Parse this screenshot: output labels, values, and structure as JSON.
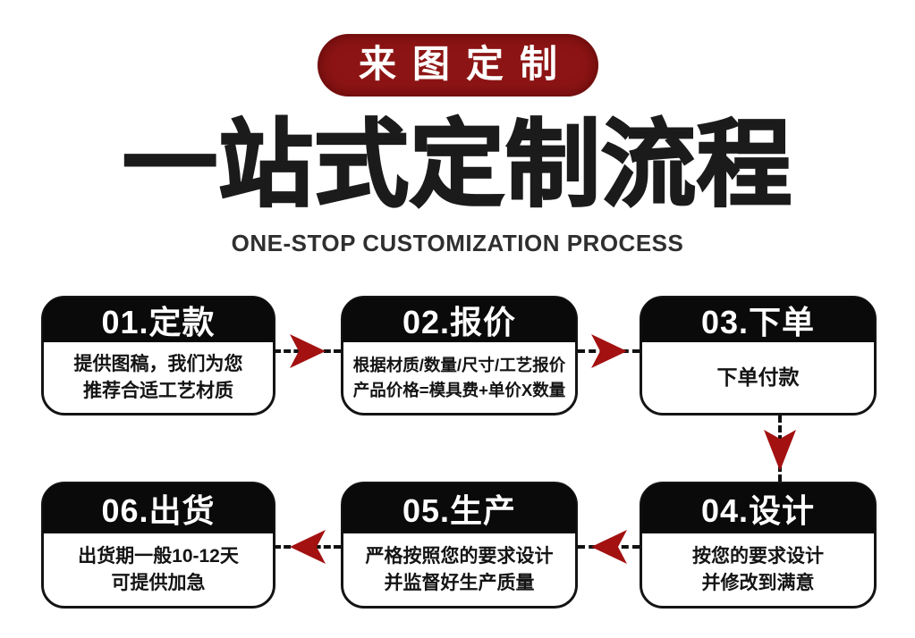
{
  "badge": {
    "label": "来图定制"
  },
  "heading": {
    "title": "一站式定制流程",
    "subtitle": "ONE-STOP CUSTOMIZATION PROCESS"
  },
  "colors": {
    "badge_red": "#8D1414",
    "arrow_red": "#A31111",
    "header_black": "#0A0A0A",
    "border_black": "#141414"
  },
  "steps": [
    {
      "header": "01.定款",
      "line1": "提供图稿，我们为您",
      "line2": "推荐合适工艺材质"
    },
    {
      "header": "02.报价",
      "line1": "根据材质/数量/尺寸/工艺报价",
      "line2": "产品价格=模具费+单价X数量"
    },
    {
      "header": "03.下单",
      "line1": "下单付款",
      "line2": ""
    },
    {
      "header": "04.设计",
      "line1": "按您的要求设计",
      "line2": "并修改到满意"
    },
    {
      "header": "05.生产",
      "line1": "严格按照您的要求设计",
      "line2": "并监督好生产质量"
    },
    {
      "header": "06.出货",
      "line1": "出货期一般10-12天",
      "line2": "可提供加急"
    }
  ]
}
